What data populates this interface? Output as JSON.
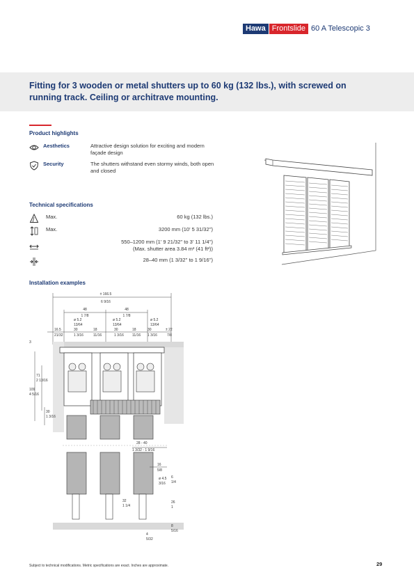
{
  "header": {
    "brand_hawa": "Hawa",
    "brand_frontslide": "Frontslide",
    "product_name": "60 A Telescopic 3"
  },
  "headline": "Fitting for 3 wooden or metal shutters up to 60 kg (132 lbs.), with screwed on running track. Ceiling or architrave mounting.",
  "highlights": {
    "title": "Product highlights",
    "items": [
      {
        "icon": "eye-icon",
        "label": "Aesthetics",
        "text": "Attractive design solution for exciting and modern façade design"
      },
      {
        "icon": "shield-icon",
        "label": "Security",
        "text": "The shutters withstand even stormy winds, both open and closed"
      }
    ]
  },
  "specs": {
    "title": "Technical specifications",
    "items": [
      {
        "icon": "weight-icon",
        "label": "Max.",
        "value": "60 kg (132 lbs.)"
      },
      {
        "icon": "height-icon",
        "label": "Max.",
        "value": "3200 mm (10' 5 31/32'')"
      },
      {
        "icon": "width-icon",
        "label": "",
        "value": "550–1200 mm (1' 9 21/32'' to 3' 11 1/4'')",
        "value2": "(Max. shutter area 3.84 m² (41 ft²))"
      },
      {
        "icon": "thickness-icon",
        "label": "",
        "value": "28–40 mm (1 3/32'' to 1 9/16'')"
      }
    ]
  },
  "installation": {
    "title": "Installation examples",
    "dims": {
      "overall": "± 166.5",
      "overall_in": "6 9/16",
      "d48a": "48",
      "d48a_in": "1 7/8",
      "d48b": "48",
      "d48b_in": "1 7/8",
      "hole_a": "ø 5.2",
      "hole_a_in": "13/64",
      "hole_b": "ø 5.2",
      "hole_b_in": "13/64",
      "hole_c": "ø 5.2",
      "hole_c_in": "13/64",
      "d16_5": "16.5",
      "d16_5_in": "21/32",
      "d30a": "30",
      "d30a_in": "1 3/16",
      "d18a": "18",
      "d18a_in": "11/16",
      "d30b": "30",
      "d30b_in": "1 3/16",
      "d18b": "18",
      "d18b_in": "11/16",
      "d30c": "30",
      "d30c_in": "1 3/16",
      "d22": "± 22",
      "d22_in": "7/8",
      "h3": "3",
      "h109": "109",
      "h109_in": "4 5/16",
      "h71": "71",
      "h71_in": "2 13/16",
      "h30": "30",
      "h30_in": "1 3/16",
      "range": "28 - 40",
      "range_in": "1 3/32 - 1 9/16",
      "d16": "16",
      "d16_in": "5/8",
      "hole_d": "ø 4.5",
      "hole_d_in": "3/16",
      "h6": "6",
      "h6_in": "1/4",
      "h32": "32",
      "h32_in": "1 1/4",
      "h26": "26",
      "h26_in": "1",
      "h8": "8",
      "h8_in": "5/16",
      "d4": "4",
      "d4_in": "5/32"
    }
  },
  "footer": "Subject to technical modifications. Metric specifications are exact. Inches are approximate.",
  "page_number": "29",
  "colors": {
    "brand_blue": "#1d3a74",
    "brand_red": "#d8262c",
    "band_grey": "#ededed"
  }
}
